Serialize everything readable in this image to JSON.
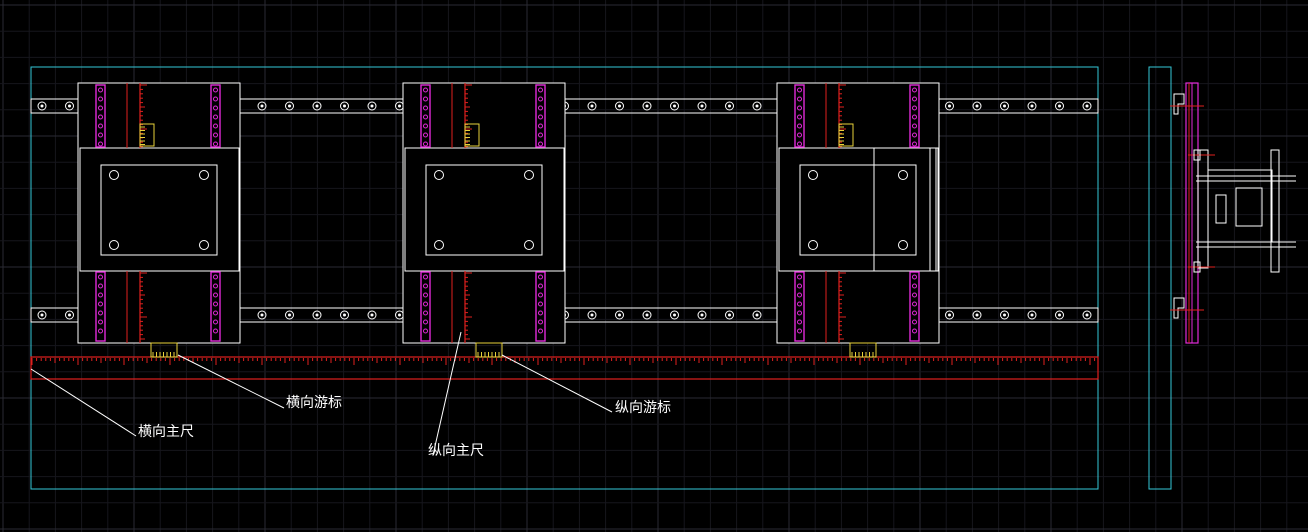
{
  "drawing": {
    "labels": {
      "horizontal_vernier": "横向游标",
      "horizontal_main_scale": "横向主尺",
      "vertical_main_scale": "纵向主尺",
      "vertical_vernier": "纵向游标"
    },
    "modules": [
      {
        "id": "left",
        "split_plate": false
      },
      {
        "id": "middle",
        "split_plate": false
      },
      {
        "id": "right",
        "split_plate": true
      }
    ],
    "colors": {
      "background": "#000000",
      "grid_minor": "#16161c",
      "grid_major": "#2a2a33",
      "outline": "#ffffff",
      "frame": "#35c8d8",
      "scale": "#e0201e",
      "vernier": "#e8d23a",
      "clamp": "#e02ad8"
    }
  }
}
